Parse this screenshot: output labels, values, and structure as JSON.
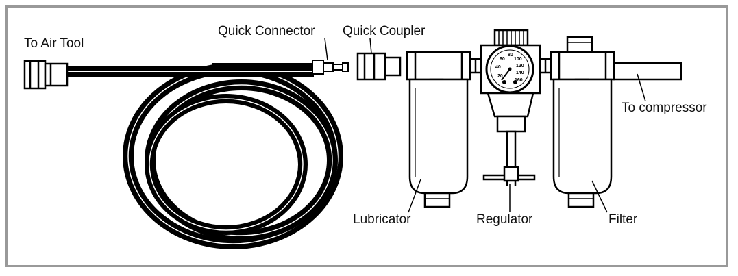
{
  "labels": {
    "air_tool": "To Air Tool",
    "quick_connector": "Quick Connector",
    "quick_coupler": "Quick Coupler",
    "compressor": "To compressor",
    "lubricator": "Lubricator",
    "regulator": "Regulator",
    "filter": "Filter"
  },
  "gauge": {
    "ticks": [
      "20",
      "40",
      "60",
      "80",
      "100",
      "120",
      "140",
      "160"
    ]
  },
  "colors": {
    "border": "#999999",
    "ink": "#000000",
    "hose": "#111111"
  }
}
